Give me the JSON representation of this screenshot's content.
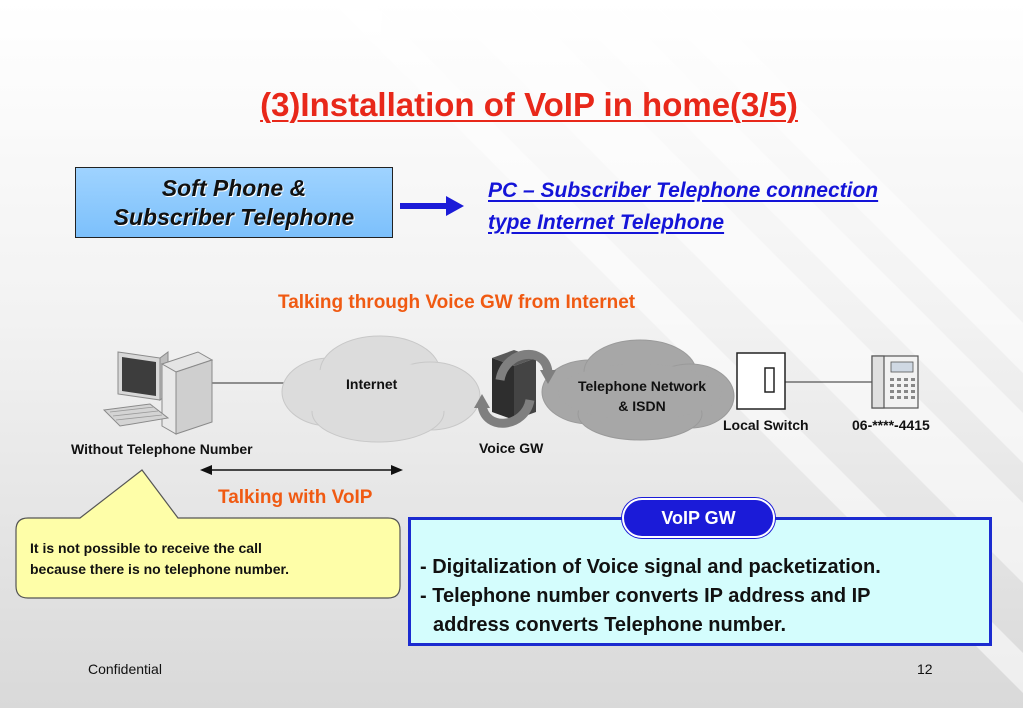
{
  "slide": {
    "title": "(3)Installation of VoIP in home(3/5)",
    "softbox": {
      "line1": "Soft Phone &",
      "line2": "Subscriber Telephone"
    },
    "pc_connection": {
      "line1": "PC – Subscriber Telephone connection",
      "line2": "type Internet Telephone"
    },
    "talking_through": "Talking through Voice GW from Internet"
  },
  "diagram": {
    "pc_label": "Without Telephone Number",
    "internet_label": "Internet",
    "voice_gw_label": "Voice GW",
    "telephone_network": {
      "line1": "Telephone Network",
      "line2": "& ISDN"
    },
    "local_switch_label": "Local Switch",
    "phone_number": "06-****-4415",
    "talking_with_voip": "Talking with VoIP",
    "icons": [
      "pc-icon",
      "voice-gw-icon",
      "local-switch-icon",
      "telephone-icon",
      "arrow-right-icon"
    ],
    "colors": {
      "title": "#e8281a",
      "orange_text": "#f05a12",
      "blue": "#1b1bd8",
      "callout": "#fefea8",
      "box": "#d4fdfd"
    }
  },
  "callout": {
    "line1": "It is not possible to receive the call",
    "line2": "because there is no telephone number."
  },
  "voip_gw": {
    "label": "VoIP GW",
    "line1": "- Digitalization of Voice signal and packetization.",
    "line2": "- Telephone number converts IP address and IP",
    "line3": "address converts Telephone number."
  },
  "footer": {
    "left": "Confidential",
    "page_number": "12"
  }
}
